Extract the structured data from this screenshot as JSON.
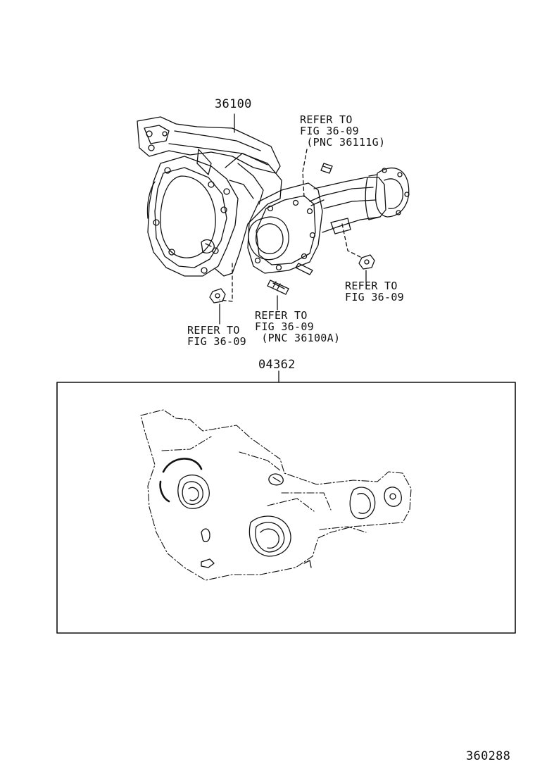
{
  "upper_assembly": {
    "part_number": "36100",
    "callouts": [
      {
        "lines": [
          "REFER TO",
          "FIG 36-09",
          " (PNC 36111G)"
        ]
      },
      {
        "lines": [
          "REFER TO",
          "FIG 36-09"
        ]
      },
      {
        "lines": [
          "REFER TO",
          "FIG 36-09",
          " (PNC 36100A)"
        ]
      },
      {
        "lines": [
          "REFER TO",
          "FIG 36-09"
        ]
      }
    ]
  },
  "gasket_kit": {
    "part_number": "04362"
  },
  "figure_id": "360288"
}
